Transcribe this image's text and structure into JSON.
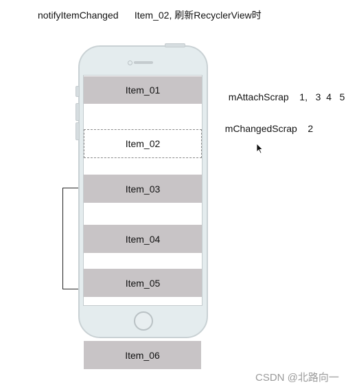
{
  "heading": "notifyItemChanged      Item_02, 刷新RecyclerView时",
  "items": [
    {
      "label": "Item_01"
    },
    {
      "label": "Item_02"
    },
    {
      "label": "Item_03"
    },
    {
      "label": "Item_04"
    },
    {
      "label": "Item_05"
    },
    {
      "label": "Item_06"
    }
  ],
  "attach_scrap": {
    "label": "mAttachScrap",
    "values": "1,   3  4   5"
  },
  "changed_scrap": {
    "label": "mChangedScrap",
    "values": "2"
  },
  "watermark": "CSDN @北路向一"
}
